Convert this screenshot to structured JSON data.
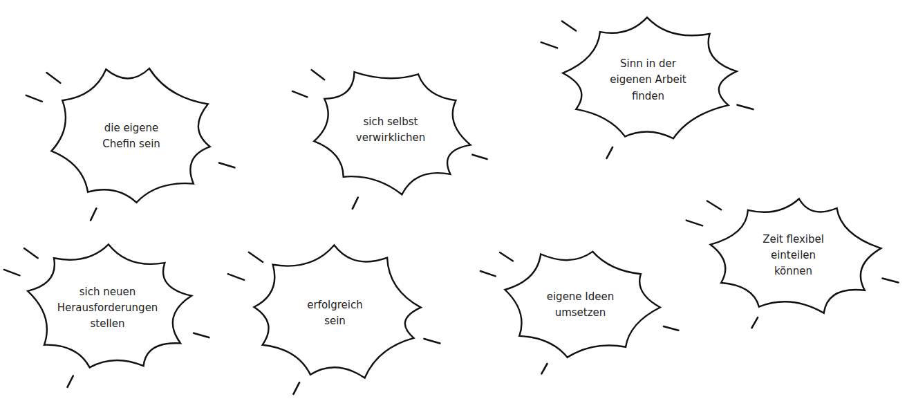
{
  "diagram": {
    "nodes": [
      {
        "text": [
          "die eigene Chefin sein"
        ]
      },
      {
        "text": [
          "sich selbst verwirklichen"
        ]
      },
      {
        "text": [
          "Sinn in der eigenen Arbeit finden"
        ]
      },
      {
        "text": [
          "Zeit flexibel einteilen können"
        ]
      },
      {
        "text": [
          "sich neuen Herausforderungen stellen"
        ]
      },
      {
        "text": [
          "erfolgreich sein"
        ]
      },
      {
        "text": [
          "eigene Ideen umsetzen"
        ]
      }
    ]
  }
}
